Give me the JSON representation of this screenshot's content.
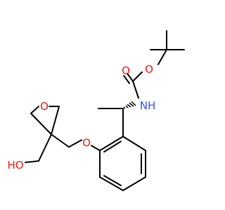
{
  "molecule": {
    "atom_labels": {
      "o_carbonyl": "O",
      "o_ester": "O",
      "nh": "NH",
      "o_oxetane": "O",
      "o_ether": "O",
      "ho": "HO"
    },
    "colors": {
      "bond": "#000000",
      "oxygen": "#ff0d0d",
      "nitrogen": "#3050f8"
    }
  }
}
